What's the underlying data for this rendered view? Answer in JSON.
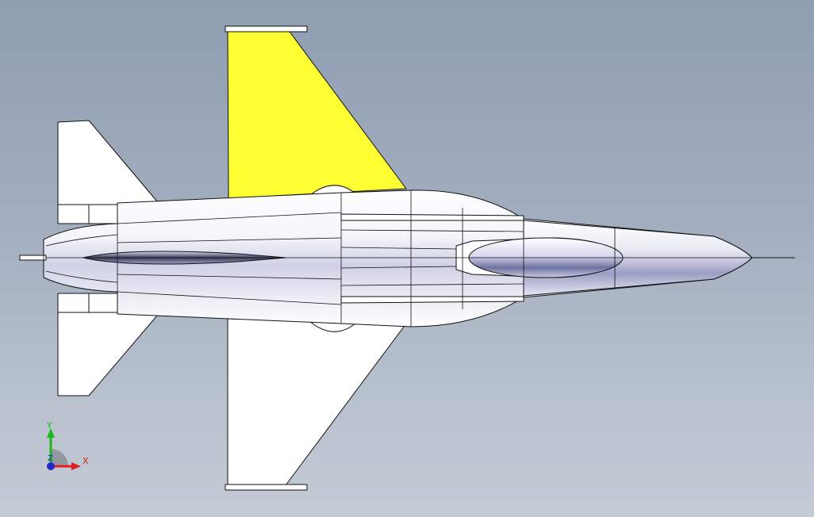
{
  "viewport": {
    "background_top": "#8f9db1",
    "background_bottom": "#c4cbd5"
  },
  "model": {
    "selected_face": "right-wing",
    "colors": {
      "body": "#ffffff",
      "edge": "#111111",
      "shade": "#b8bbd6",
      "selection": "#ffff33"
    }
  },
  "triad": {
    "x_label": "X",
    "y_label": "Y",
    "z_label": "Z",
    "x_color": "#e02020",
    "y_color": "#1bb81b",
    "z_color": "#2727c8"
  }
}
